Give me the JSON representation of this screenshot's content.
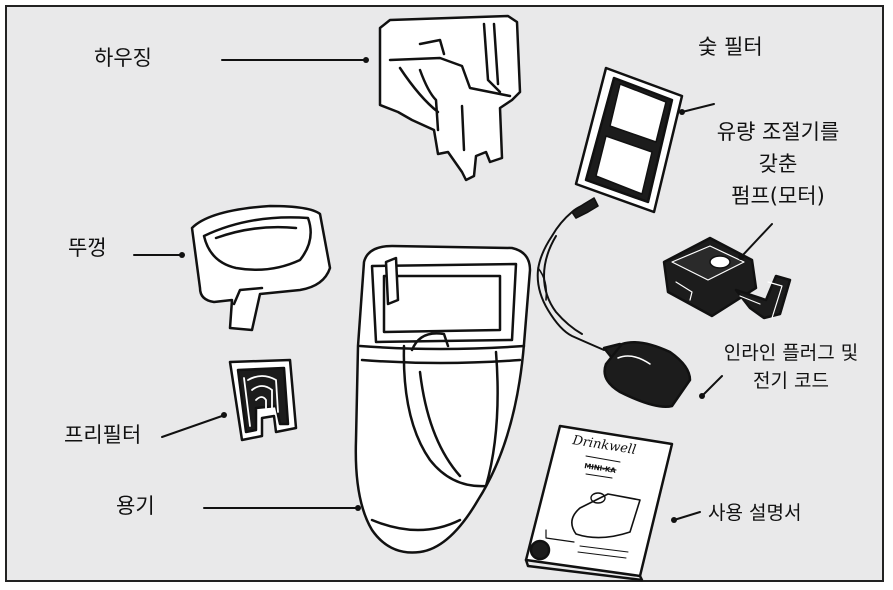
{
  "labels": {
    "housing": "하우징",
    "lid": "뚜껑",
    "prefilter": "프리필터",
    "container": "용기",
    "carbon_filter": "숯 필터",
    "pump_line1": "유량 조절기를",
    "pump_line2": "갖춘",
    "pump_line3": "펌프(모터)",
    "cord_line1": "인라인 플러그 및",
    "cord_line2": "전기 코드",
    "manual": "사용 설명서"
  },
  "manual_cover": {
    "brand": "Drinkwell",
    "model": "MINI-KA"
  },
  "colors": {
    "background": "#e9e9ea",
    "outline": "#111111",
    "part_fill": "#ffffff",
    "dark_part": "#1c1c1c"
  }
}
